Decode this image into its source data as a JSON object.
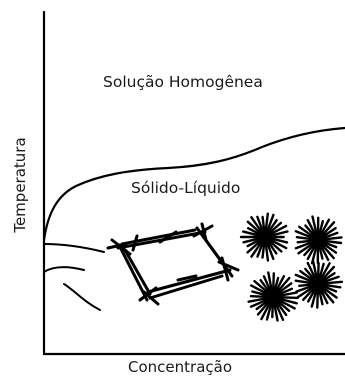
{
  "labels": {
    "homogeneous_region": "Solução Homogênea",
    "solid_liquid_region": "Sólido-Líquido",
    "y_axis": "Temperatura",
    "x_axis": "Concentração"
  },
  "colors": {
    "line": "#000000",
    "text": "#1a1a1a",
    "background": "#ffffff"
  }
}
